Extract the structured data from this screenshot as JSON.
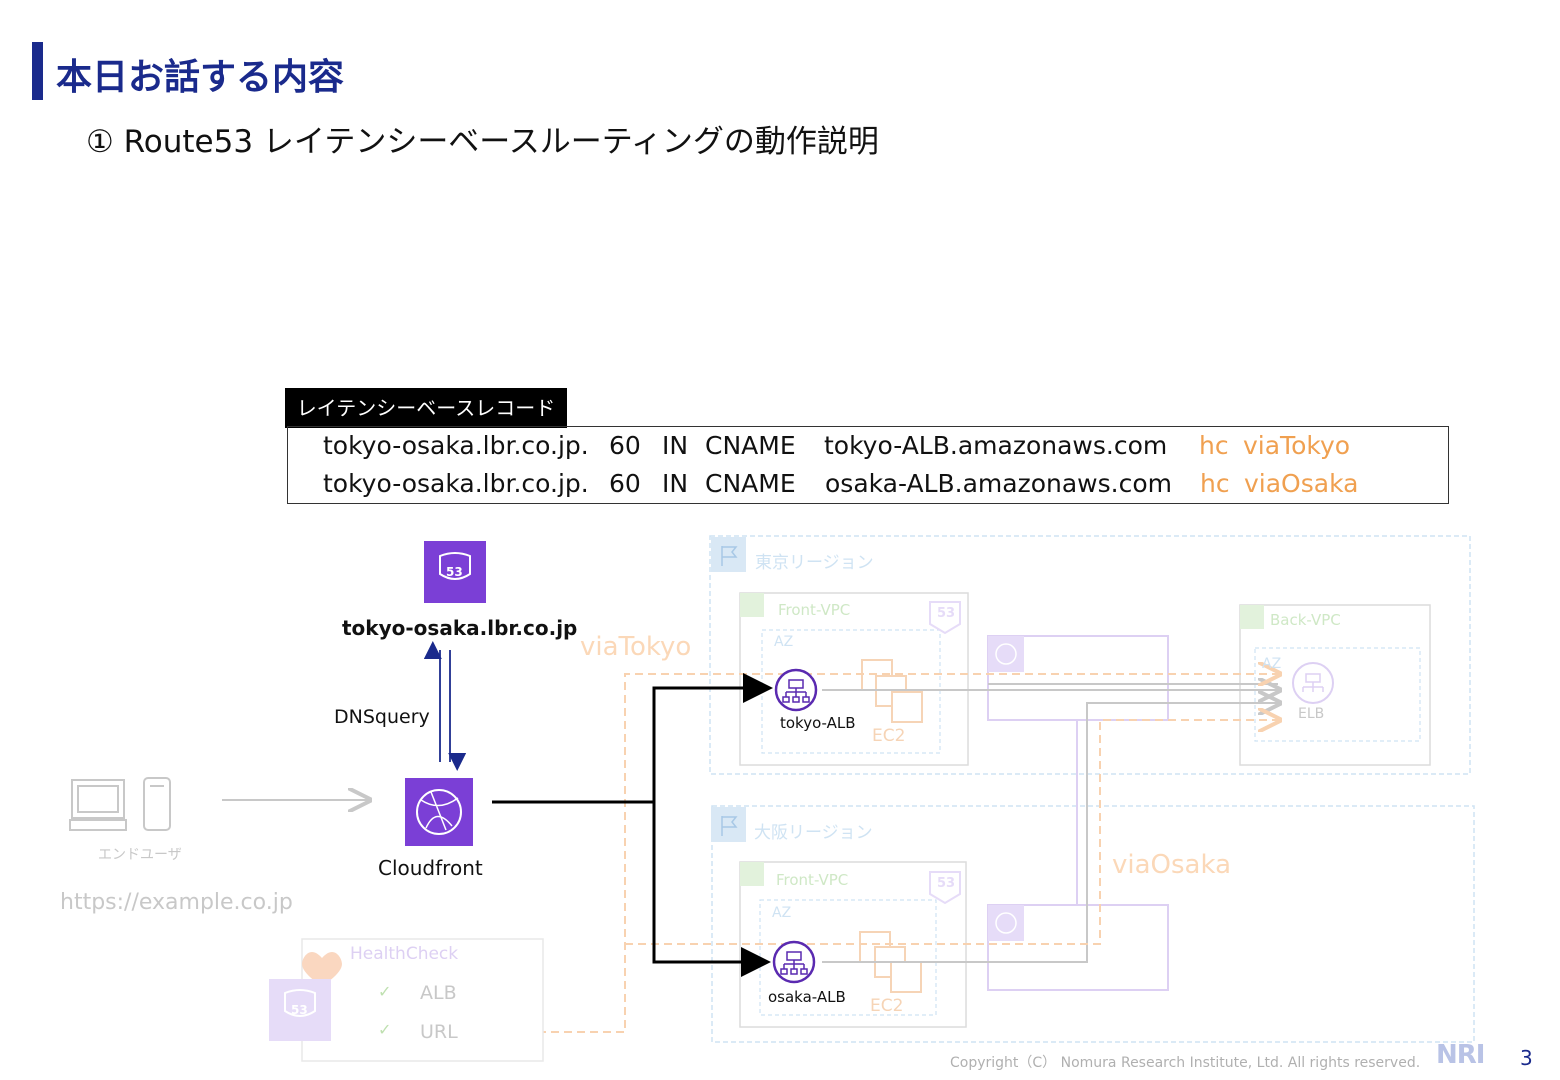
{
  "slide": {
    "title": "本日お話する内容",
    "subtitle": "①  Route53 レイテンシーベースルーティングの動作説明",
    "page_number": "3"
  },
  "record_box": {
    "tab_label": "レイテンシーベースレコード",
    "rows": [
      {
        "name": "tokyo-osaka.lbr.co.jp.",
        "ttl": "60",
        "class": "IN",
        "type": "CNAME",
        "target": "tokyo-ALB.amazonaws.com",
        "hc": "hc",
        "hc_id": "viaTokyo"
      },
      {
        "name": "tokyo-osaka.lbr.co.jp.",
        "ttl": "60",
        "class": "IN",
        "type": "CNAME",
        "target": "osaka-ALB.amazonaws.com",
        "hc": "hc",
        "hc_id": "viaOsaka"
      }
    ]
  },
  "diagram": {
    "route53_label": "tokyo-osaka.lbr.co.jp",
    "dnsquery_label": "DNSquery",
    "cloudfront_label": "Cloudfront",
    "end_user_label": "エンドユーザ",
    "url_label": "https://example.co.jp",
    "via_tokyo_label": "viaTokyo",
    "via_osaka_label": "viaOsaka",
    "tokyo_region_label": "東京リージョン",
    "osaka_region_label": "大阪リージョン",
    "front_vpc_label": "Front-VPC",
    "back_vpc_label": "Back-VPC",
    "az_label": "AZ",
    "tokyo_alb_label": "tokyo-ALB",
    "osaka_alb_label": "osaka-ALB",
    "ec2_label": "EC2",
    "elb_label": "ELB",
    "healthcheck_label": "HealthCheck",
    "hc_item_alb": "ALB",
    "hc_item_url": "URL",
    "badge_53": "53",
    "check_mark": "✓"
  },
  "colors": {
    "title": "#1a2a8c",
    "route53": "#7b3fd6",
    "orange": "#f0a050",
    "dns_arrow": "#1a2a8c"
  },
  "footer": {
    "copyright": "Copyright（C） Nomura Research Institute, Ltd. All rights reserved.",
    "logo": "NRI"
  }
}
